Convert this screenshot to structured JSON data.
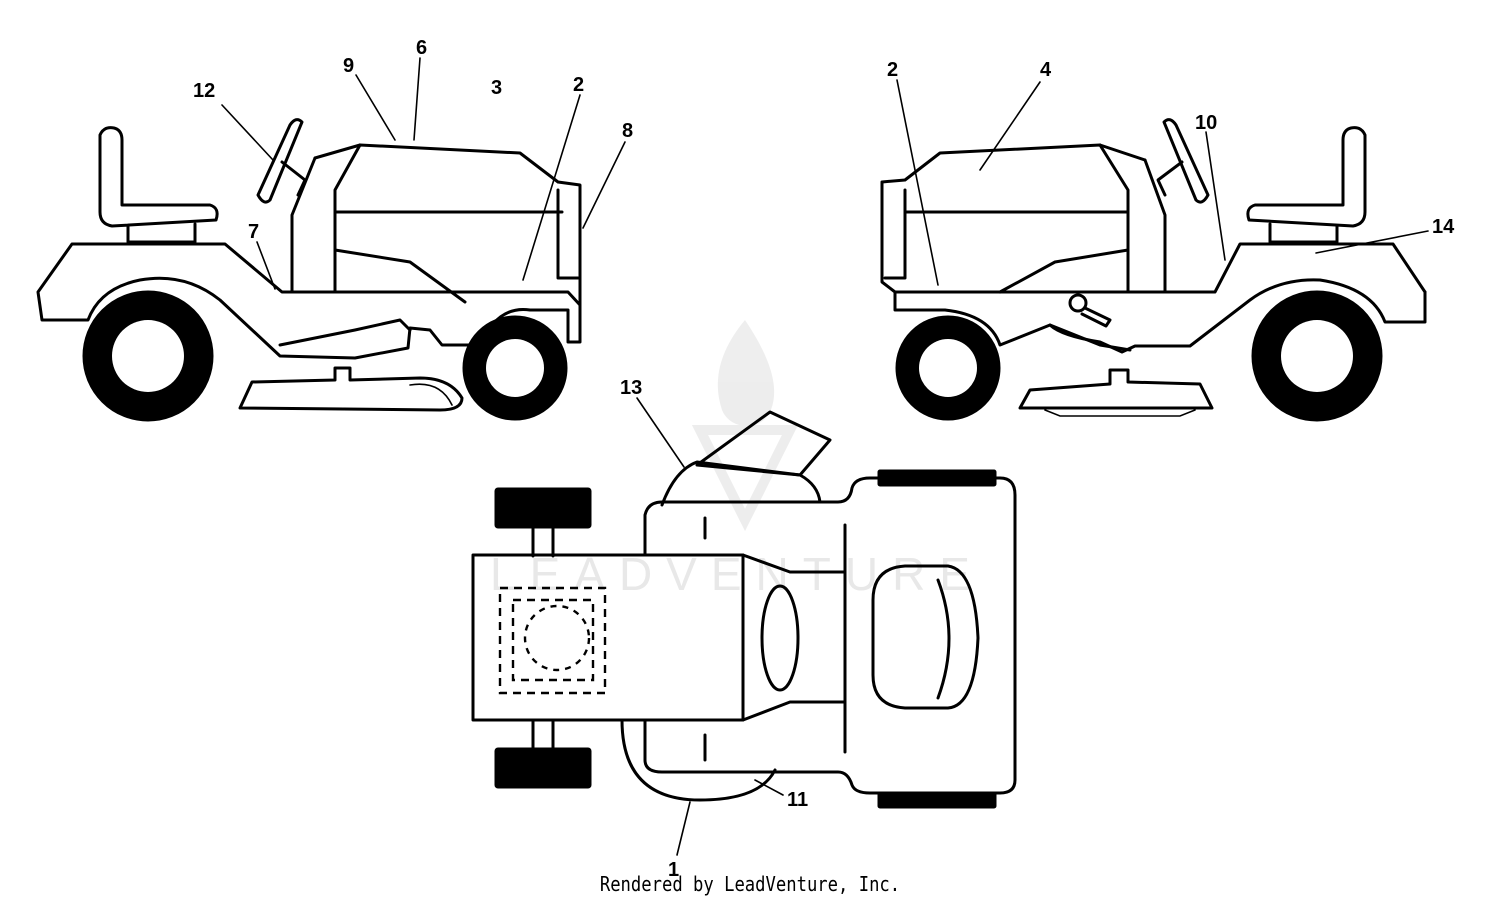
{
  "watermark": {
    "text": "LEADVENTURE"
  },
  "callouts": [
    {
      "id": "left-12",
      "label": "12"
    },
    {
      "id": "left-9",
      "label": "9"
    },
    {
      "id": "left-6",
      "label": "6"
    },
    {
      "id": "left-3",
      "label": "3"
    },
    {
      "id": "left-2",
      "label": "2"
    },
    {
      "id": "left-8",
      "label": "8"
    },
    {
      "id": "left-7",
      "label": "7"
    },
    {
      "id": "right-2",
      "label": "2"
    },
    {
      "id": "right-4",
      "label": "4"
    },
    {
      "id": "right-10",
      "label": "10"
    },
    {
      "id": "right-14",
      "label": "14"
    },
    {
      "id": "top-13",
      "label": "13"
    },
    {
      "id": "top-11",
      "label": "11"
    },
    {
      "id": "top-1",
      "label": "1"
    }
  ],
  "footer": {
    "text": "Rendered by LeadVenture, Inc."
  }
}
